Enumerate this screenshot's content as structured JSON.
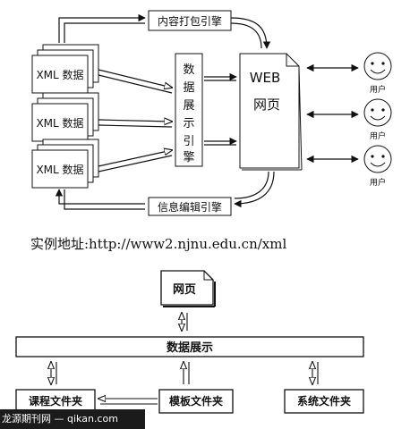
{
  "top_diagram": {
    "xml_label": "XML 数据",
    "packaging_engine": "内容打包引擎",
    "display_engine_chars": [
      "数",
      "据",
      "展",
      "示",
      "引",
      "擎"
    ],
    "web_label": "WEB",
    "web_page_label": "网页",
    "info_edit_engine": "信息编辑引擎",
    "user_label": "用户"
  },
  "caption": "实例地址:http://www2.njnu.edu.cn/xml",
  "bottom_diagram": {
    "web_page": "网页",
    "data_display": "数据展示",
    "course_folder": "课程文件夹",
    "template_folder": "模板文件夹",
    "system_folder": "系统文件夹"
  },
  "watermark": "龙源期刊网 — qikan.com"
}
